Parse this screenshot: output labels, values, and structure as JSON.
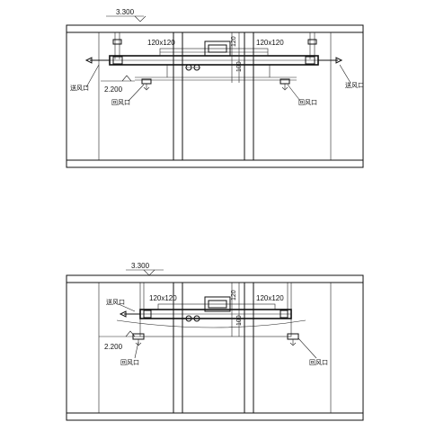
{
  "views": [
    {
      "id": "upper",
      "elevation_top": "3.300",
      "elevation_bottom": "2.200",
      "duct_size_left": "120x120",
      "duct_size_right": "120x120",
      "dim_vertical_1": "120",
      "dim_vertical_2": "100",
      "label_supply_left": "送风口",
      "label_supply_right": "送风口",
      "label_return_left": "回风口",
      "label_return_right": "回风口"
    },
    {
      "id": "lower",
      "elevation_top": "3.300",
      "elevation_bottom": "2.200",
      "duct_size_left": "120x120",
      "duct_size_right": "120x120",
      "dim_vertical_1": "120",
      "dim_vertical_2": "100",
      "label_supply_left": "送风口",
      "label_return_left": "回风口",
      "label_return_right": "回风口"
    }
  ],
  "colors": {
    "ink": "#111111",
    "background": "#ffffff"
  }
}
